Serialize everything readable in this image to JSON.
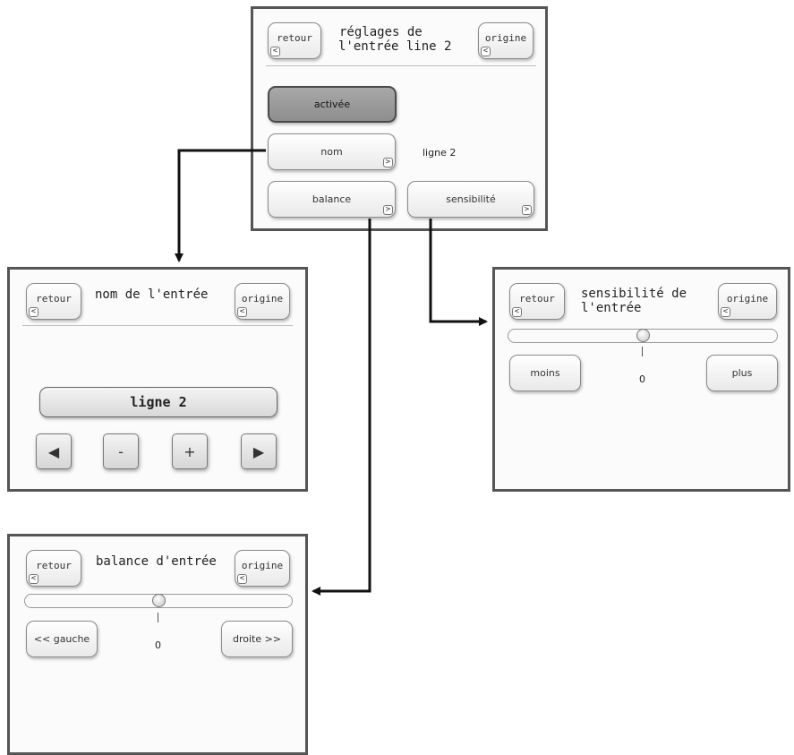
{
  "main": {
    "back_label": "retour",
    "title_line1": "réglages de",
    "title_line2": "l'entrée line 2",
    "origin_label": "origine",
    "activated_label": "activée",
    "name_label": "nom",
    "name_value": "ligne 2",
    "balance_label": "balance",
    "sensitivity_label": "sensibilité"
  },
  "name_screen": {
    "back_label": "retour",
    "title": "nom de l'entrée",
    "origin_label": "origine",
    "name_value": "ligne 2",
    "left_glyph": "◀",
    "minus_glyph": "-",
    "plus_glyph": "+",
    "right_glyph": "▶"
  },
  "sensitivity_screen": {
    "back_label": "retour",
    "title_line1": "sensibilité de",
    "title_line2": "l'entrée",
    "origin_label": "origine",
    "slider_value": 0,
    "less_label": "moins",
    "more_label": "plus",
    "value": "0"
  },
  "balance_screen": {
    "back_label": "retour",
    "title": "balance d'entrée",
    "origin_label": "origine",
    "slider_value": 0,
    "left_label": "<< gauche",
    "right_label": "droite >>",
    "value": "0"
  },
  "glyphs": {
    "back": "<",
    "more": ">"
  }
}
